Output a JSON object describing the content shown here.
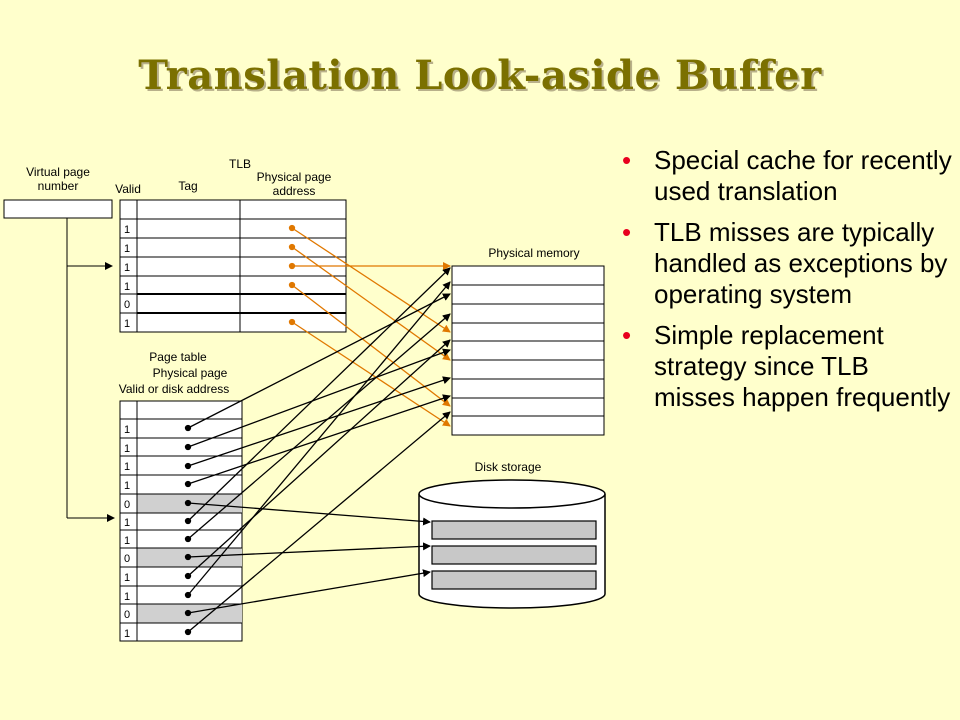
{
  "title": "Translation Look-aside Buffer",
  "bullets": [
    "Special cache for recently used translation",
    "TLB misses are typically handled as exceptions by operating system",
    "Simple replacement strategy since TLB misses happen frequently"
  ],
  "diagram": {
    "virtual_page_label_1": "Virtual page",
    "virtual_page_label_2": "number",
    "tlb_label": "TLB",
    "tlb_col_valid": "Valid",
    "tlb_col_tag": "Tag",
    "tlb_col_phys_1": "Physical page",
    "tlb_col_phys_2": "address",
    "tlb_valid_bits": [
      "1",
      "1",
      "1",
      "1",
      "0",
      "1"
    ],
    "page_table_label": "Page table",
    "pt_col_phys": "Physical page",
    "pt_col_valid_or_disk": "Valid or disk address",
    "pt_valid_bits": [
      "1",
      "1",
      "1",
      "1",
      "0",
      "1",
      "1",
      "0",
      "1",
      "1",
      "0",
      "1"
    ],
    "physical_memory_label": "Physical memory",
    "disk_storage_label": "Disk storage"
  },
  "colors": {
    "background": "#ffffcc",
    "title": "#7b7000",
    "bullet": "#e8001e",
    "tlb_arrow": "#e07800",
    "disk_slot": "#c8c8c8"
  }
}
